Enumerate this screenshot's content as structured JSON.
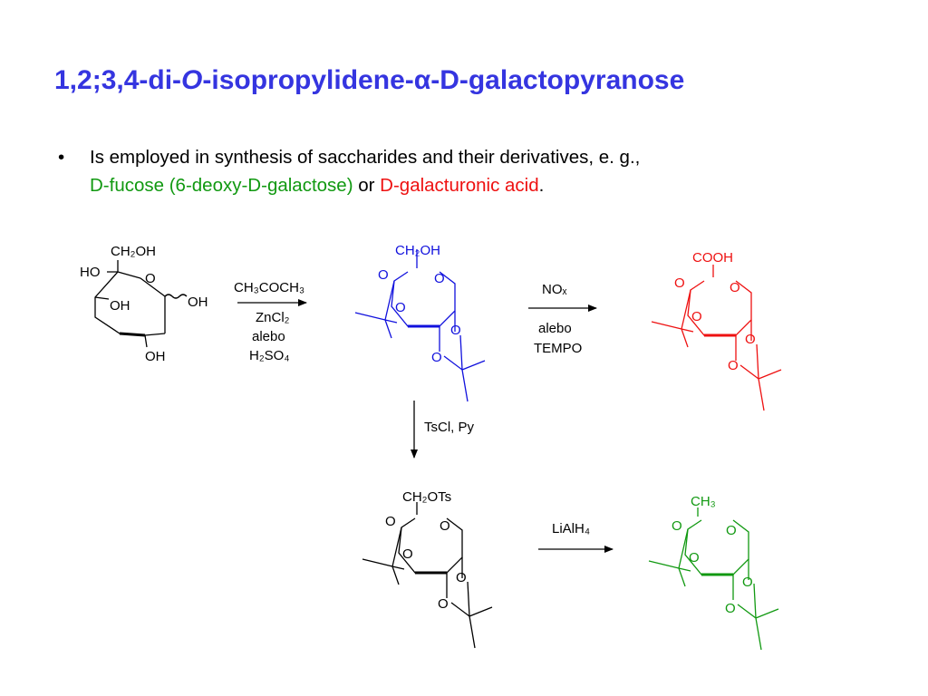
{
  "title": {
    "part1": "1,2;3,4-di-",
    "part2": "O",
    "part3": "-isopropylidene-",
    "part4": "α",
    "part5": "-D-galactopyranose"
  },
  "bullet": {
    "symbol": "•",
    "line1": "Is employed in synthesis of saccharides and their derivatives, e. g.,",
    "fucose": "D-fucose (6-deoxy-D-galactose)",
    "or": " or ",
    "acid": "D-galacturonic acid",
    "period": "."
  },
  "labels": {
    "ch2oh": "CH₂OH",
    "ho": "HO",
    "o": "O",
    "oh": "OH",
    "cooh": "COOH",
    "ch2ots": "CH₂OTs",
    "ch3": "CH₃"
  },
  "reagents": {
    "step1": [
      "CH₃COCH₃",
      "ZnCl₂",
      "alebo",
      "H₂SO₄"
    ],
    "step2": [
      "NOₓ",
      "alebo",
      "TEMPO"
    ],
    "step3": [
      "TsCl, Py"
    ],
    "step4": [
      "LiAlH₄"
    ]
  },
  "colors": {
    "title": "#3535e0",
    "blue": "#1111dd",
    "red": "#ee1111",
    "green": "#119911",
    "black": "#000000"
  }
}
